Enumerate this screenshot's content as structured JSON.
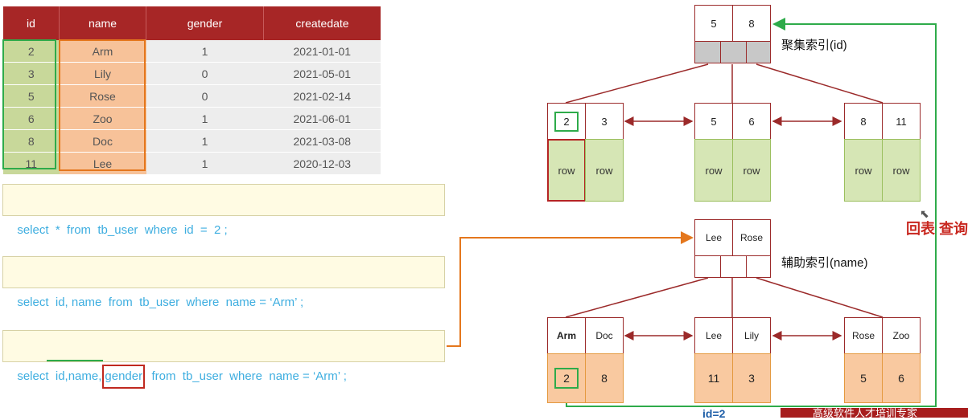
{
  "table": {
    "headers": [
      "id",
      "name",
      "gender",
      "createdate"
    ],
    "rows": [
      [
        "2",
        "Arm",
        "1",
        "2021-01-01"
      ],
      [
        "3",
        "Lily",
        "0",
        "2021-05-01"
      ],
      [
        "5",
        "Rose",
        "0",
        "2021-02-14"
      ],
      [
        "6",
        "Zoo",
        "1",
        "2021-06-01"
      ],
      [
        "8",
        "Doc",
        "1",
        "2021-03-08"
      ],
      [
        "11",
        "Lee",
        "1",
        "2020-12-03"
      ]
    ]
  },
  "sql": {
    "q1": "select  *  from  tb_user  where  id  =  2 ;",
    "q2": "select  id, name  from  tb_user  where  name = ‘Arm’ ;",
    "q3_prefix": "select  id,name,",
    "q3_gender": "gender",
    "q3_suffix": "  from  tb_user  where  name = ‘Arm’ ;"
  },
  "clustered": {
    "label": "聚集索引(id)",
    "root": [
      "5",
      "8"
    ],
    "leaves": [
      {
        "keys": [
          "2",
          "3"
        ],
        "rows": [
          "row",
          "row"
        ]
      },
      {
        "keys": [
          "5",
          "6"
        ],
        "rows": [
          "row",
          "row"
        ]
      },
      {
        "keys": [
          "8",
          "11"
        ],
        "rows": [
          "row",
          "row"
        ]
      }
    ]
  },
  "secondary": {
    "label": "辅助索引(name)",
    "root": [
      "Lee",
      "Rose"
    ],
    "leaves": [
      {
        "keys": [
          "Arm",
          "Doc"
        ],
        "ids": [
          "2",
          "8"
        ]
      },
      {
        "keys": [
          "Lee",
          "Lily"
        ],
        "ids": [
          "11",
          "3"
        ]
      },
      {
        "keys": [
          "Rose",
          "Zoo"
        ],
        "ids": [
          "5",
          "6"
        ]
      }
    ]
  },
  "back_query": "回表 查询",
  "id_eq": "id=2",
  "banner_text": "高级软件人才培训专家",
  "colors": {
    "header_red": "#a72626",
    "highlight_green": "#2eab4a",
    "highlight_orange": "#e4771d",
    "sql_text": "#3eaee0",
    "back_query_red": "#c8271f"
  }
}
